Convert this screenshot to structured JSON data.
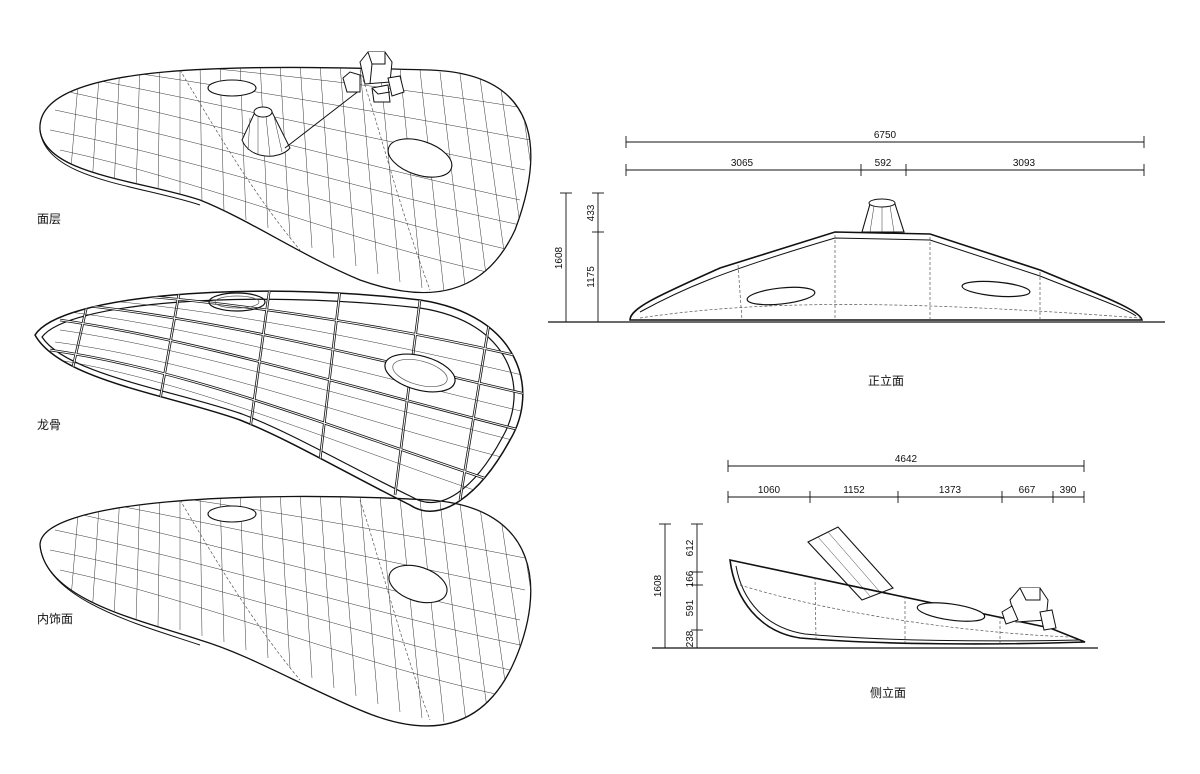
{
  "layers": {
    "top_label": "面层",
    "keel_label": "龙骨",
    "inner_label": "内饰面"
  },
  "front_elevation": {
    "title": "正立面",
    "total_width": "6750",
    "seg_1": "3065",
    "seg_2": "592",
    "seg_3": "3093",
    "total_height": "1608",
    "height_upper": "433",
    "height_lower": "1175"
  },
  "side_elevation": {
    "title": "侧立面",
    "total_width": "4642",
    "seg_1": "1060",
    "seg_2": "1152",
    "seg_3": "1373",
    "seg_4": "667",
    "seg_5": "390",
    "total_height": "1608",
    "h_1": "612",
    "h_2": "166",
    "h_3": "591",
    "h_4": "238"
  }
}
